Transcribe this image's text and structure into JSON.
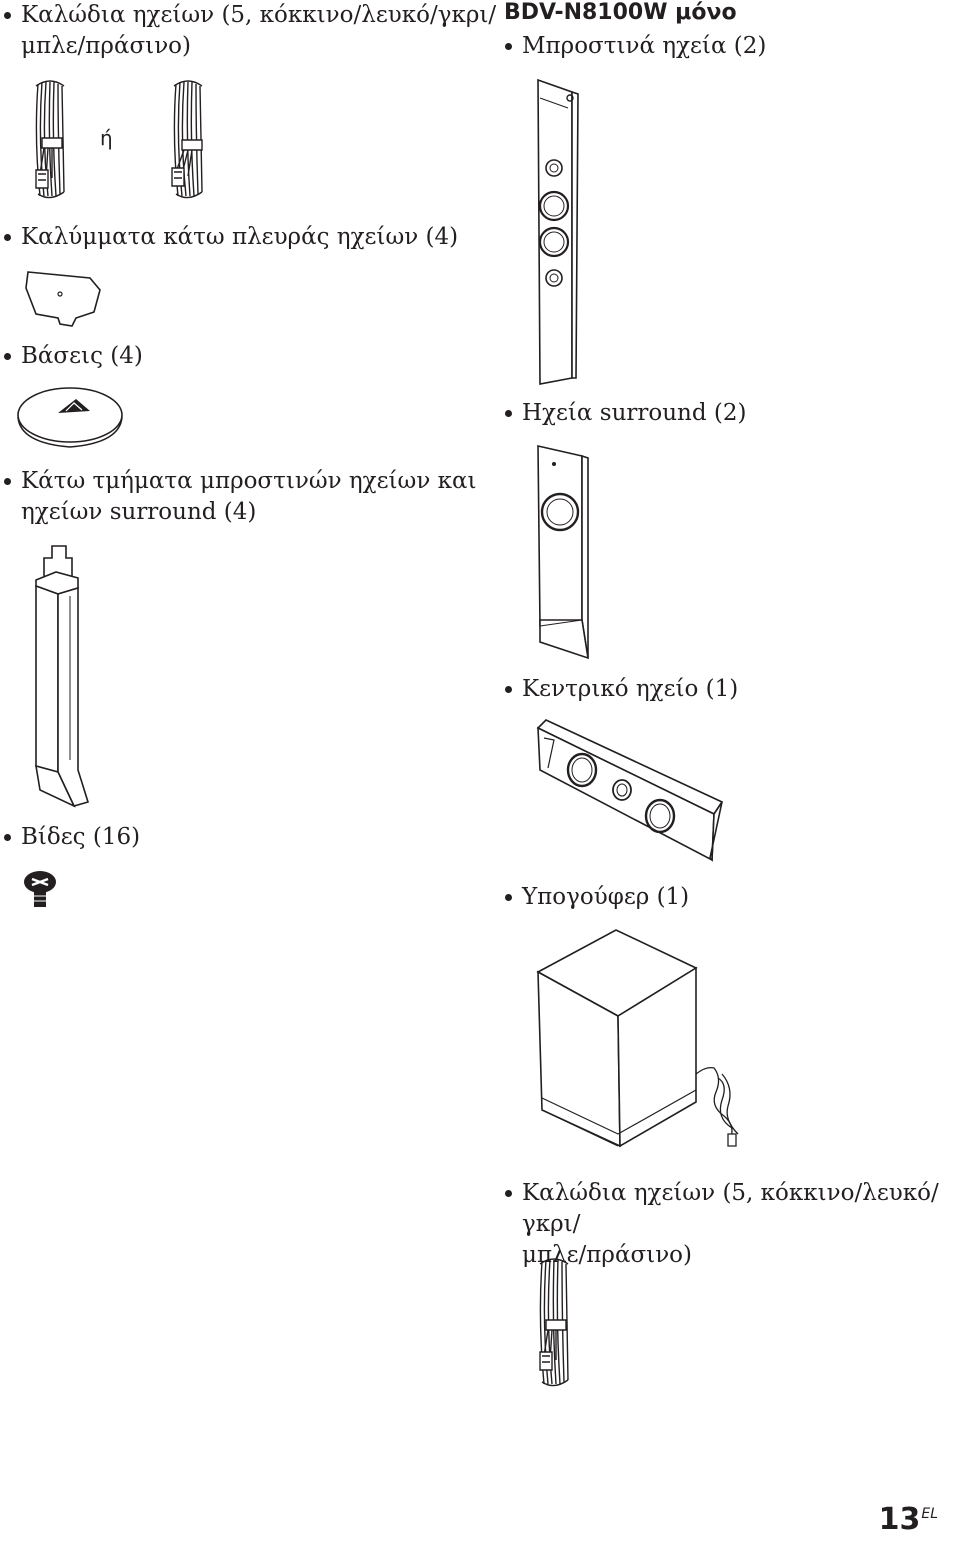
{
  "left": {
    "cables": {
      "label": "Καλώδια ηχείων (5, κόκκινο/λευκό/γκρι/",
      "label2": "μπλε/πράσινο)",
      "or_text": "ή"
    },
    "covers": {
      "label": "Καλύμματα κάτω πλευράς ηχείων (4)"
    },
    "bases": {
      "label": "Βάσεις (4)"
    },
    "lower_parts": {
      "label": "Κάτω τμήματα μπροστινών ηχείων και",
      "label2": "ηχείων surround (4)"
    },
    "screws": {
      "label": "Βίδες (16)"
    }
  },
  "right": {
    "heading": "BDV-N8100W μόνο",
    "front": {
      "label": "Μπροστινά ηχεία (2)"
    },
    "surround": {
      "label": "Ηχεία surround (2)"
    },
    "center": {
      "label": "Κεντρικό ηχείο (1)"
    },
    "subwoofer": {
      "label": "Υπογούφερ (1)"
    },
    "cables": {
      "label": "Καλώδια ηχείων (5, κόκκινο/λευκό/γκρι/",
      "label2": "μπλε/πράσινο)"
    }
  },
  "page": {
    "number": "13",
    "lang": "EL"
  }
}
